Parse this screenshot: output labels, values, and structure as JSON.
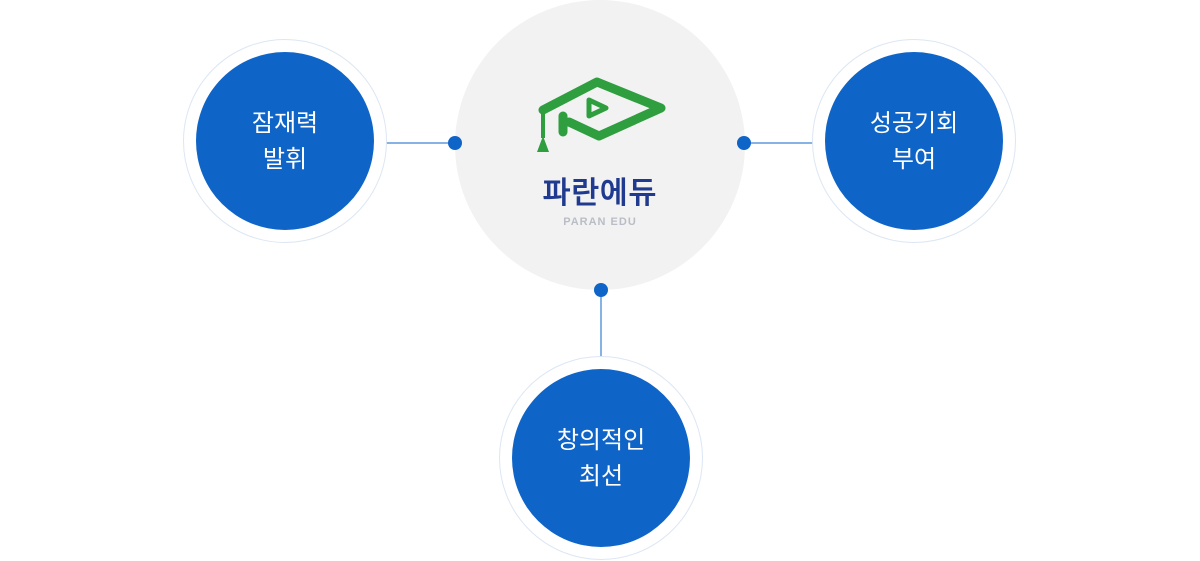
{
  "colors": {
    "primary": "#0f64c8",
    "ring_border": "#dce6f4",
    "center_bg": "#f2f2f2",
    "brand_text": "#1f3a8f",
    "brand_sub_text": "#b9bec6",
    "logo_green": "#2e9e3f",
    "connector": "#0f64c8"
  },
  "center": {
    "icon": "graduation-cap-play-icon",
    "brand_name": "파란에듀",
    "brand_sub": "PARAN EDU"
  },
  "nodes": {
    "left": {
      "line1": "잠재력",
      "line2": "발휘"
    },
    "right": {
      "line1": "성공기회",
      "line2": "부여"
    },
    "bottom": {
      "line1": "창의적인",
      "line2": "최선"
    }
  }
}
